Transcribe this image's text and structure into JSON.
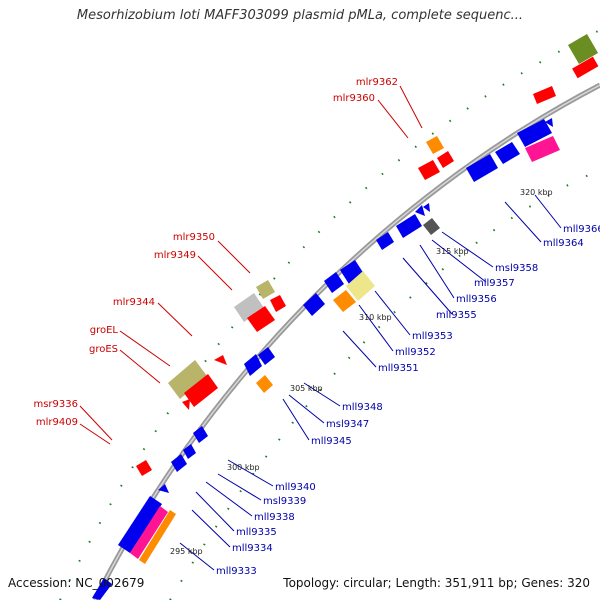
{
  "title": "Mesorhizobium loti MAFF303099 plasmid pMLa, complete sequenc...",
  "footer": {
    "accession": "Accession: NC_002679",
    "summary": "Topology: circular; Length: 351,911 bp; Genes: 320"
  },
  "colors": {
    "forward_label": "#cc0000",
    "reverse_label": "#0000aa",
    "backbone": "#888888",
    "tick_dots": "#1e7a1e",
    "cds": "#0000ee",
    "rna": "#ff0000",
    "orange": "#ff8c00",
    "pink": "#ff1493",
    "khaki": "#b8b46a",
    "gray": "#c0c0c0",
    "darkgray": "#555555",
    "olive": "#6b8e23",
    "yellow": "#eee68a"
  },
  "ticks": [
    "295 kbp",
    "300 kbp",
    "305 kbp",
    "310 kbp",
    "315 kbp",
    "320 kbp"
  ],
  "forward_labels": [
    "mlr9362",
    "mlr9360",
    "mlr9350",
    "mlr9349",
    "mlr9344",
    "groEL",
    "groES",
    "msr9336",
    "mlr9409"
  ],
  "reverse_labels": [
    "mll9366",
    "mll9364",
    "msl9358",
    "mll9357",
    "mll9356",
    "mll9355",
    "mll9353",
    "mll9352",
    "mll9351",
    "mll9348",
    "msl9347",
    "mll9345",
    "mll9340",
    "msl9339",
    "mll9338",
    "mll9335",
    "mll9334",
    "mll9333"
  ]
}
